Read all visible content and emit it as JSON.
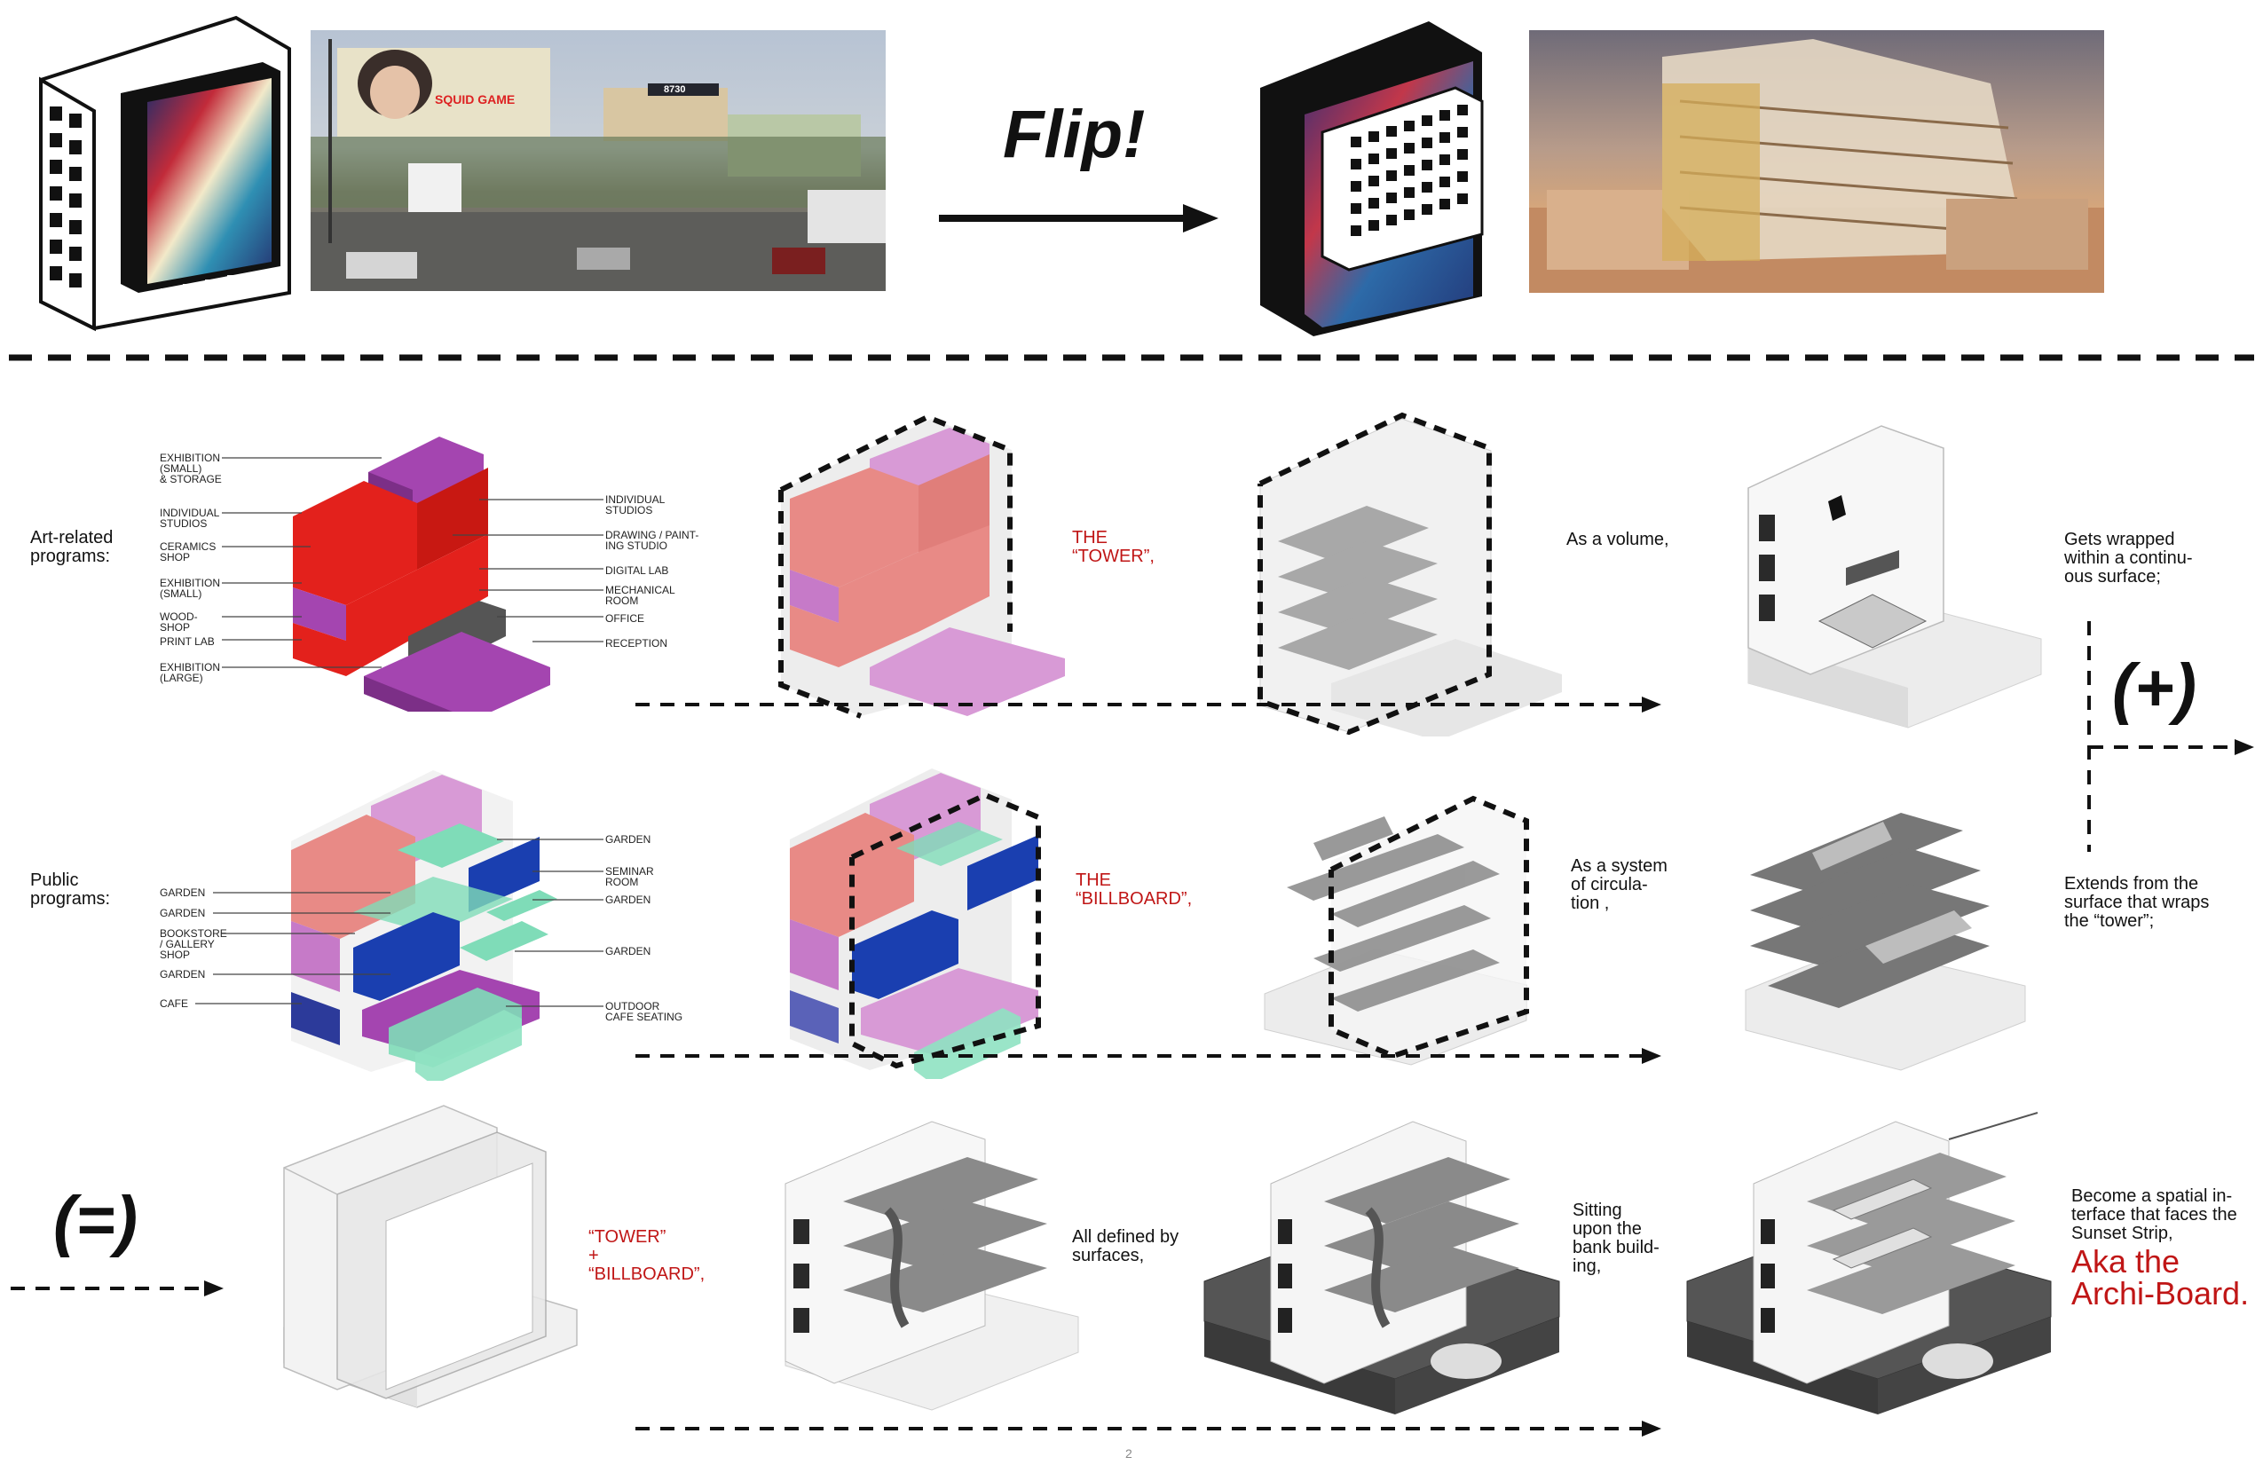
{
  "header": {
    "flip_label": "Flip!"
  },
  "photos": {
    "street": {
      "billboard_brand": "SQUID GAME",
      "sign_number": "8730"
    }
  },
  "labels_art": {
    "left": [
      [
        "EXHIBITION",
        "(SMALL)",
        "& STORAGE"
      ],
      [
        "INDIVIDUAL",
        "STUDIOS"
      ],
      [
        "CERAMICS",
        "SHOP"
      ],
      [
        "EXHIBITION",
        "(SMALL)"
      ],
      [
        "WOOD-",
        "SHOP"
      ],
      [
        "PRINT LAB"
      ],
      [
        "EXHIBITION",
        "(LARGE)"
      ]
    ],
    "right": [
      [
        "INDIVIDUAL",
        "STUDIOS"
      ],
      [
        "DRAWING / PAINT-",
        "ING STUDIO"
      ],
      [
        "DIGITAL LAB"
      ],
      [
        "MECHANICAL",
        "ROOM"
      ],
      [
        "OFFICE"
      ],
      [
        "RECEPTION"
      ]
    ]
  },
  "labels_public": {
    "left": [
      [
        "GARDEN"
      ],
      [
        "GARDEN"
      ],
      [
        "BOOKSTORE",
        "/ GALLERY",
        "SHOP"
      ],
      [
        "GARDEN"
      ],
      [
        "CAFE"
      ]
    ],
    "right": [
      [
        "GARDEN"
      ],
      [
        "SEMINAR",
        "ROOM"
      ],
      [
        "GARDEN"
      ],
      [
        "GARDEN"
      ],
      [
        "OUTDOOR",
        "CAFE SEATING"
      ]
    ]
  },
  "rows": {
    "art_title": [
      "Art-related",
      "programs:"
    ],
    "public_title": [
      "Public",
      "programs:"
    ]
  },
  "captions": {
    "tower": [
      "THE",
      "“TOWER”,"
    ],
    "billboard": [
      "THE",
      "“BILLBOARD”,"
    ],
    "volume": [
      "As a volume,"
    ],
    "wrapped": [
      "Gets wrapped",
      "within a continu-",
      "ous surface;"
    ],
    "circulation": [
      "As a system",
      "of circula-",
      "tion ,"
    ],
    "extends": [
      "Extends from the",
      "surface that wraps",
      "the “tower”;"
    ],
    "tower_billboard": [
      "“TOWER”",
      "+",
      "“BILLBOARD”,"
    ],
    "surfaces": [
      "All defined by",
      "surfaces,"
    ],
    "sitting": [
      "Sitting",
      "upon the",
      "bank build-",
      "ing,"
    ],
    "interface": [
      "Become a spatial in-",
      "terface that faces the",
      "Sunset Strip,"
    ],
    "archiboard": [
      "Aka the",
      "Archi-Board."
    ]
  },
  "operators": {
    "plus": "(+)",
    "equals": "(=)"
  },
  "footer": {
    "page_number": "2"
  },
  "colors": {
    "red": "#e3211c",
    "purple": "#a445b0",
    "pink": "#e88a86",
    "lilac": "#d89ad6",
    "blue": "#1a3fb0",
    "mint": "#7fdcb8",
    "accent_text": "#c01616"
  }
}
